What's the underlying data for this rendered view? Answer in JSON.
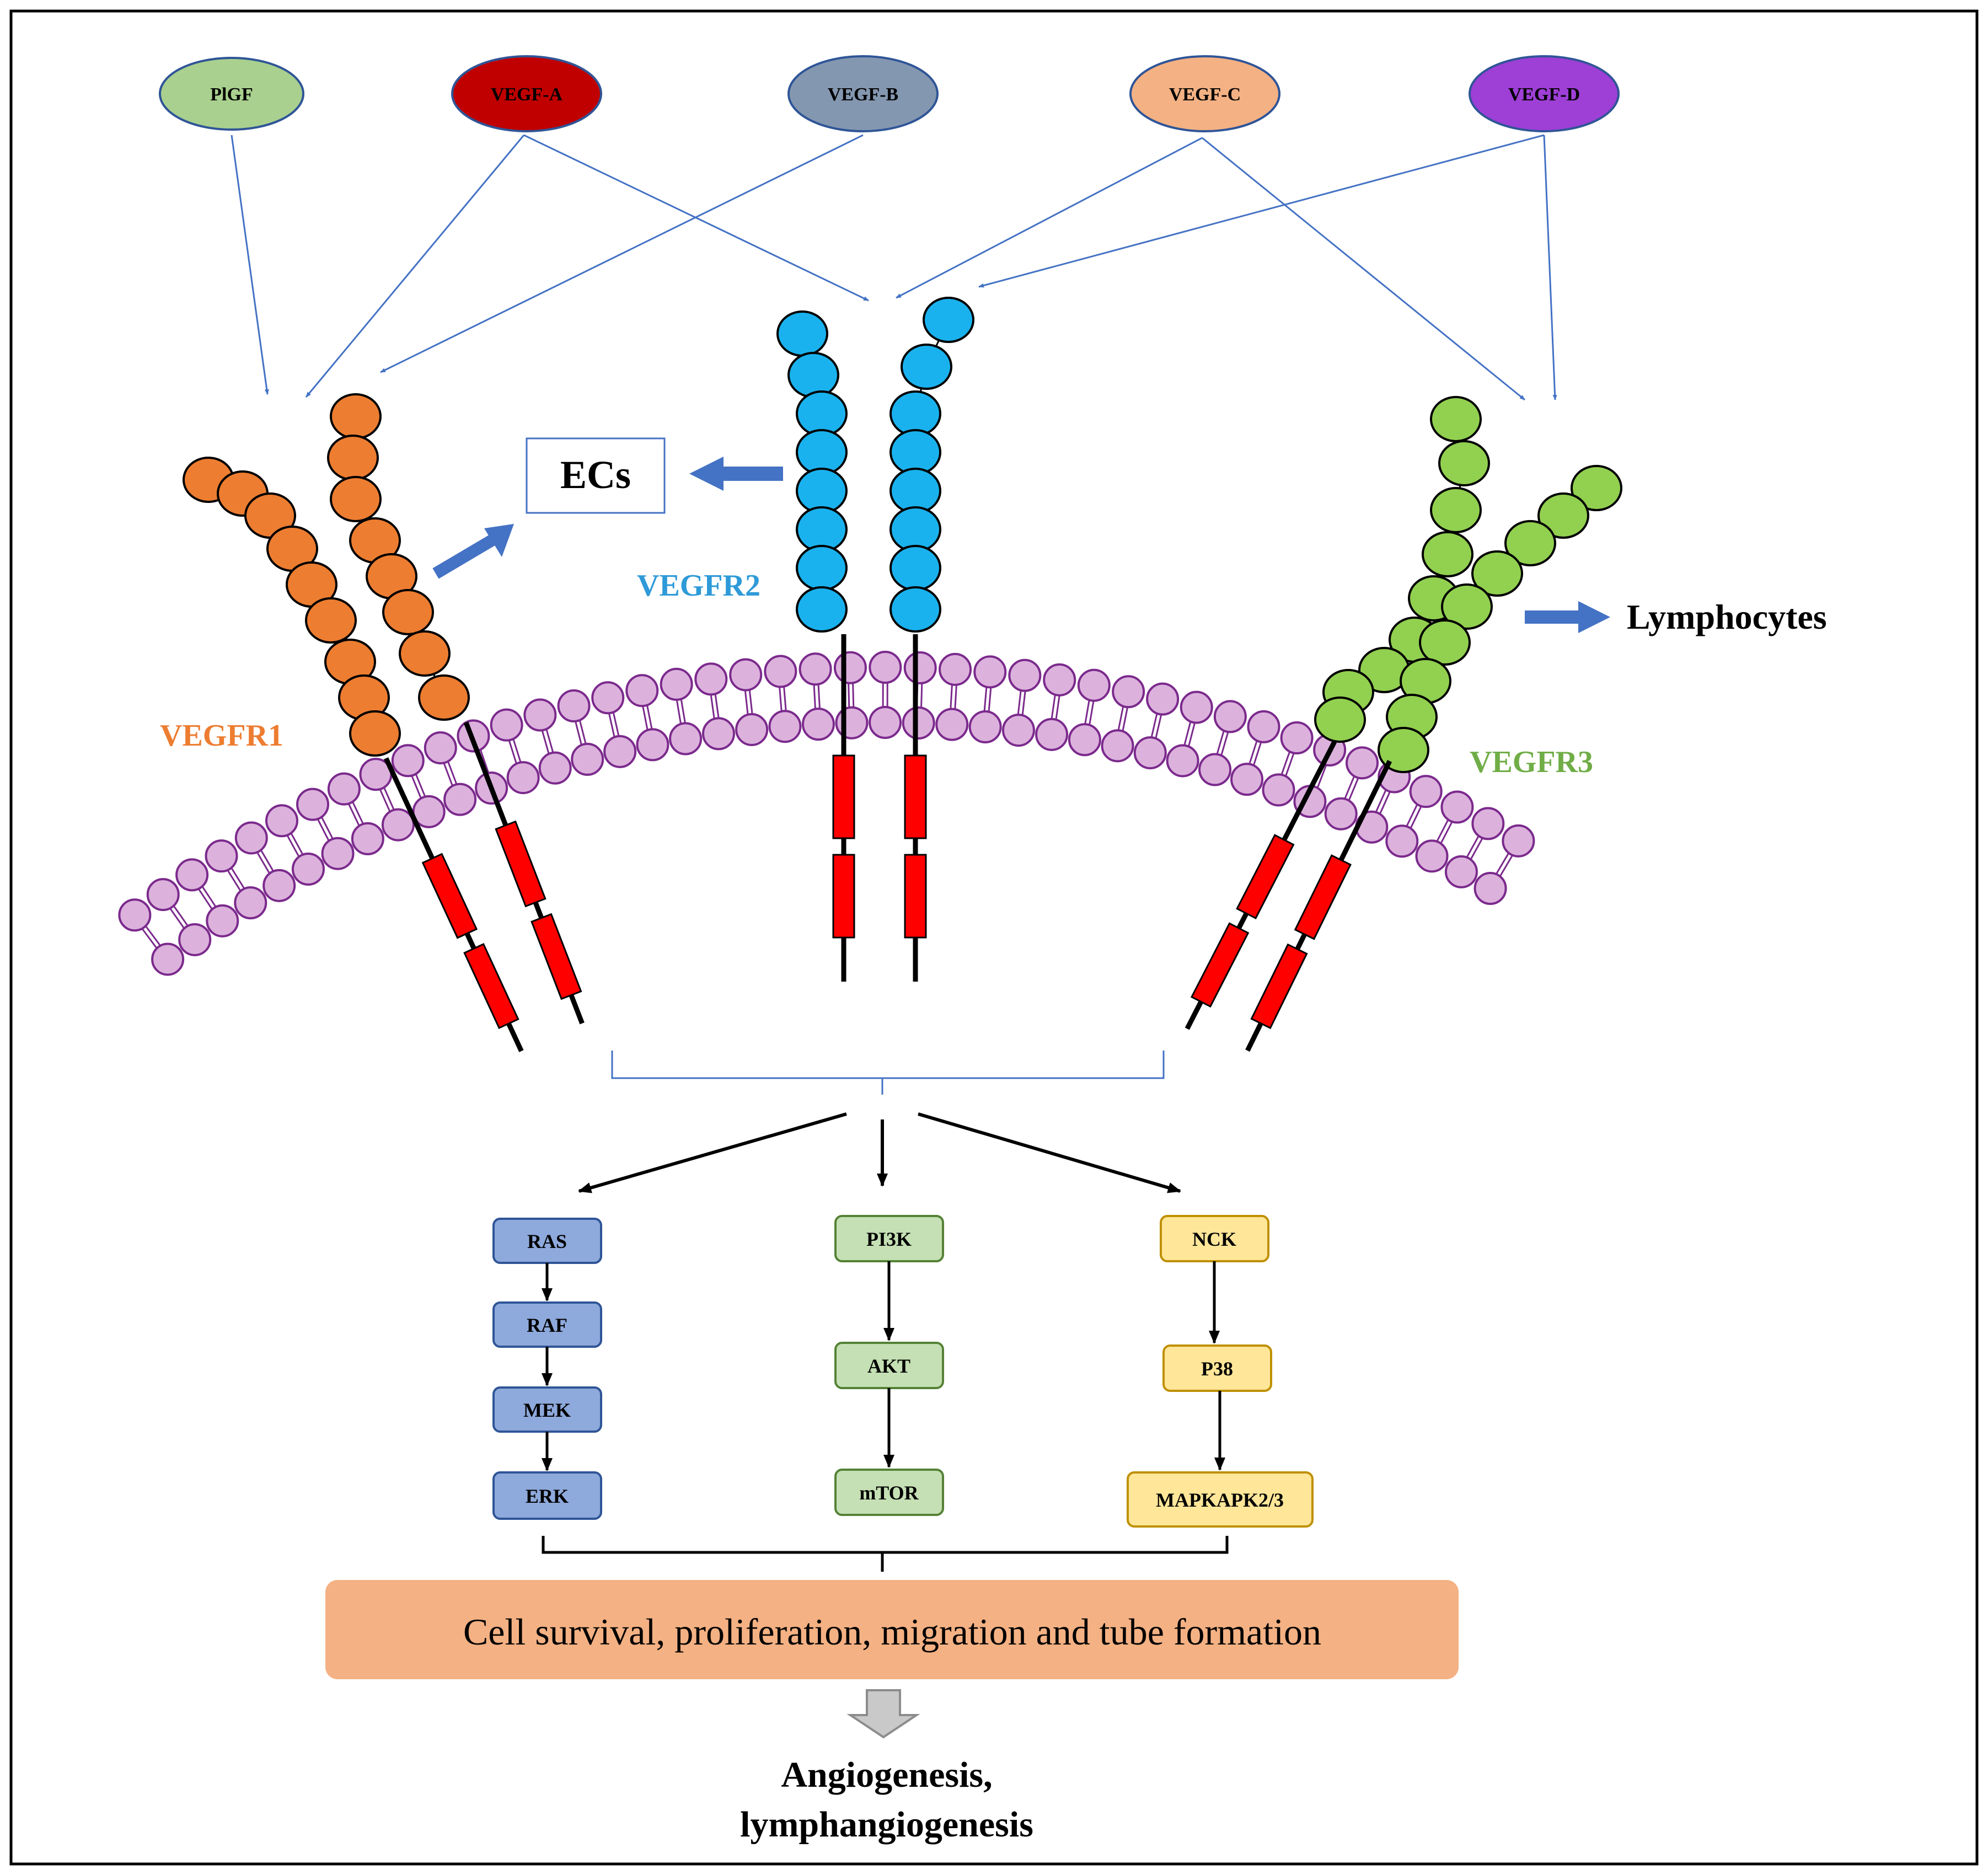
{
  "ligands": [
    {
      "id": "plgf",
      "label": "PlGF",
      "fill": "#a9d08e",
      "text": "#000000"
    },
    {
      "id": "vegfa",
      "label": "VEGF-A",
      "fill": "#c00000",
      "text": "#000000"
    },
    {
      "id": "vegfb",
      "label": "VEGF-B",
      "fill": "#8497b0",
      "text": "#000000"
    },
    {
      "id": "vegfc",
      "label": "VEGF-C",
      "fill": "#f4b183",
      "text": "#000000"
    },
    {
      "id": "vegfd",
      "label": "VEGF-D",
      "fill": "#9e3fd6",
      "text": "#000000"
    }
  ],
  "receptors": {
    "vegfr1": {
      "label": "VEGFR1",
      "color": "#ed7d31",
      "domain_fill": "#ed7d31"
    },
    "vegfr2": {
      "label": "VEGFR2",
      "color": "#2e9ad8",
      "domain_fill": "#1ab2ee"
    },
    "vegfr3": {
      "label": "VEGFR3",
      "color": "#70ad47",
      "domain_fill": "#92d050"
    }
  },
  "targets": {
    "ecs": "ECs",
    "lymphocytes": "Lymphocytes"
  },
  "membrane": {
    "head_fill": "#dcb2dd",
    "head_stroke": "#7b2a8c"
  },
  "kinase": {
    "fill": "#ff0000"
  },
  "pathways": [
    {
      "id": "ras",
      "steps": [
        "RAS",
        "RAF",
        "MEK",
        "ERK"
      ],
      "fill": "#8ea9db",
      "stroke": "#2f5597"
    },
    {
      "id": "pi3k",
      "steps": [
        "PI3K",
        "AKT",
        "mTOR"
      ],
      "fill": "#c5e0b4",
      "stroke": "#548235"
    },
    {
      "id": "nck",
      "steps": [
        "NCK",
        "P38",
        "MAPKAPK2/3"
      ],
      "fill": "#ffe699",
      "stroke": "#bf9000"
    }
  ],
  "outcome": {
    "label": "Cell survival, proliferation, migration and tube formation",
    "fill": "#f4b183",
    "final_line1": "Angiogenesis,",
    "final_line2": "lymphangiogenesis"
  },
  "arrow_color": "#4472c4"
}
